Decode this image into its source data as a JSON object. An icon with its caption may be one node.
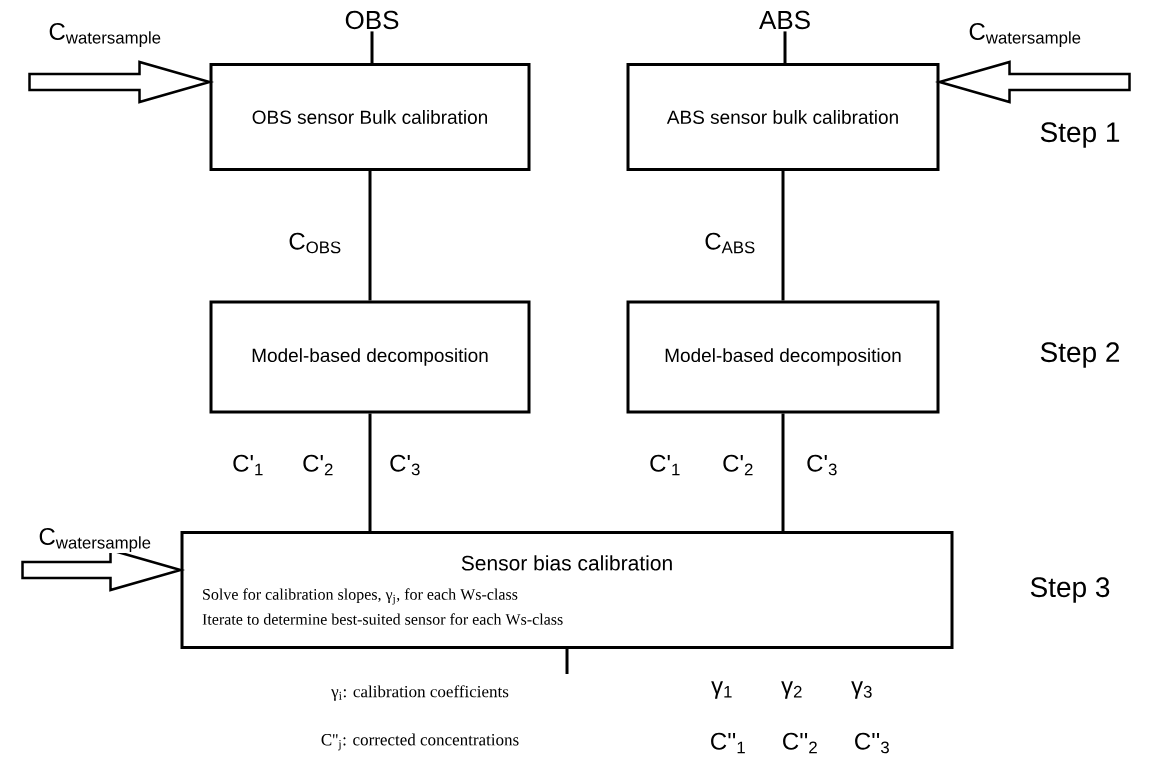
{
  "diagram": {
    "nodes": [
      {
        "text": [
          "OBS"
        ]
      },
      {
        "text": [
          "OBS sensor Bulk calibration"
        ]
      },
      {
        "text": [
          "ABS"
        ]
      },
      {
        "text": [
          "ABS sensor bulk calibration"
        ]
      },
      {
        "text": [
          "Model-based decomposition"
        ]
      },
      {
        "text": [
          "Model-based decomposition"
        ]
      },
      {
        "text": [
          "Sensor bias calibration",
          "Solve for calibration slopes, γ$_{j}$, for each Ws-class",
          "Iterate to determine best-suited sensor for each Ws-class"
        ]
      }
    ],
    "edges": [
      {
        "from": 0,
        "to": 1,
        "arrow": "none"
      },
      {
        "from": 2,
        "to": 3,
        "arrow": "none"
      },
      {
        "from": 1,
        "to": 4,
        "arrow": "none",
        "label": "C$_{OBS}$"
      },
      {
        "from": 3,
        "to": 5,
        "arrow": "none",
        "label": "C$_{ABS}$"
      },
      {
        "from": 4,
        "to": 6,
        "arrow": "none"
      },
      {
        "from": 5,
        "to": 6,
        "arrow": "none"
      },
      {
        "from": null,
        "to": 1,
        "arrow": "to",
        "label": "\\mathrm{C}_{\\mathrm{watersample}}"
      },
      {
        "from": null,
        "to": 3,
        "arrow": "to",
        "label": "\\mathrm{C}_{\\mathrm{watersample}}"
      },
      {
        "from": null,
        "to": 6,
        "arrow": "to",
        "label": "\\mathrm{C}_{\\mathrm{watersample}}"
      },
      {
        "from": 6,
        "to": null,
        "arrow": "none"
      }
    ],
    "labels": [
      "Step 1",
      "Step 2",
      "C'$_{1}$",
      "C'$_{2}$",
      "C'$_{3}$",
      "C'$_{1}$",
      "C'$_{2}$",
      "C'$_{3}$",
      "Step 3",
      "γ$_{i}$: calibration coefficients",
      "γ$_{1}$",
      "γ$_{2}$",
      "γ$_{3}$",
      "C''$_{j}$: corrected concentrations",
      "C''$_{1}$",
      "C''$_{2}$",
      "C''$_{3}$"
    ]
  }
}
